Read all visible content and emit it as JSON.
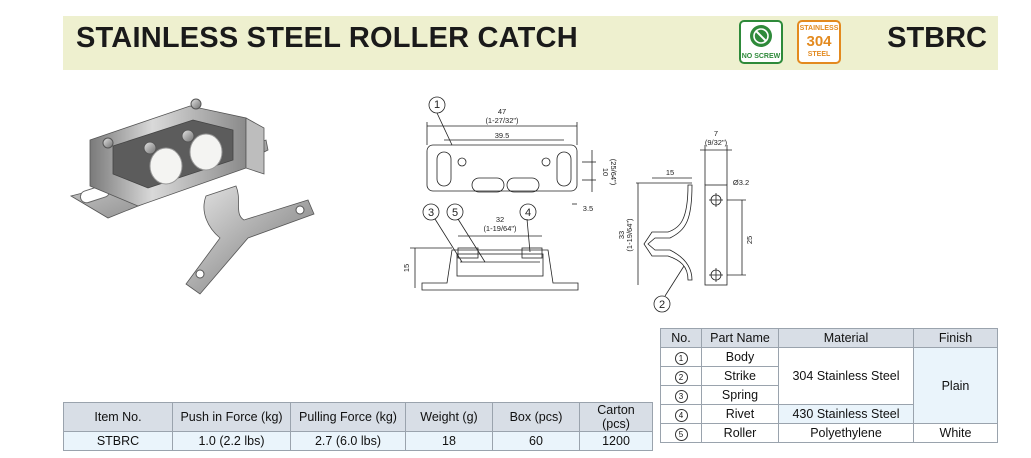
{
  "header": {
    "title": "STAINLESS STEEL ROLLER CATCH",
    "code": "STBRC",
    "badge_noscrew": "NO SCREW",
    "badge_steel_top": "STAINLESS",
    "badge_steel_mid": "304",
    "badge_steel_bottom": "STEEL"
  },
  "drawing": {
    "callouts": [
      "1",
      "2",
      "3",
      "4",
      "5"
    ],
    "top_view": {
      "overall": "47",
      "overall_in": "(1-27/32\")",
      "hole_pitch": "39.5",
      "height": "10",
      "height_in": "(25/64\")",
      "edge": "3.5"
    },
    "side_view": {
      "width": "32",
      "width_in": "(1-19/64\")",
      "height": "15"
    },
    "strike_view": {
      "depth": "15",
      "height": "33",
      "height_in": "(1-19/64\")",
      "thickness": "7",
      "thickness_in": "(9/32\")",
      "hole": "Ø3.2",
      "hole_pitch": "25"
    }
  },
  "spec_table": {
    "headers": [
      "Item No.",
      "Push in Force (kg)",
      "Pulling Force (kg)",
      "Weight (g)",
      "Box (pcs)",
      "Carton (pcs)"
    ],
    "row": [
      "STBRC",
      "1.0 (2.2 lbs)",
      "2.7 (6.0 lbs)",
      "18",
      "60",
      "1200"
    ]
  },
  "parts_table": {
    "headers": [
      "No.",
      "Part Name",
      "Material",
      "Finish"
    ],
    "rows": [
      {
        "no": "1",
        "name": "Body"
      },
      {
        "no": "2",
        "name": "Strike"
      },
      {
        "no": "3",
        "name": "Spring"
      },
      {
        "no": "4",
        "name": "Rivet"
      },
      {
        "no": "5",
        "name": "Roller"
      }
    ],
    "material_304": "304 Stainless Steel",
    "material_430": "430 Stainless Steel",
    "material_poly": "Polyethylene",
    "finish_plain": "Plain",
    "finish_white": "White"
  }
}
